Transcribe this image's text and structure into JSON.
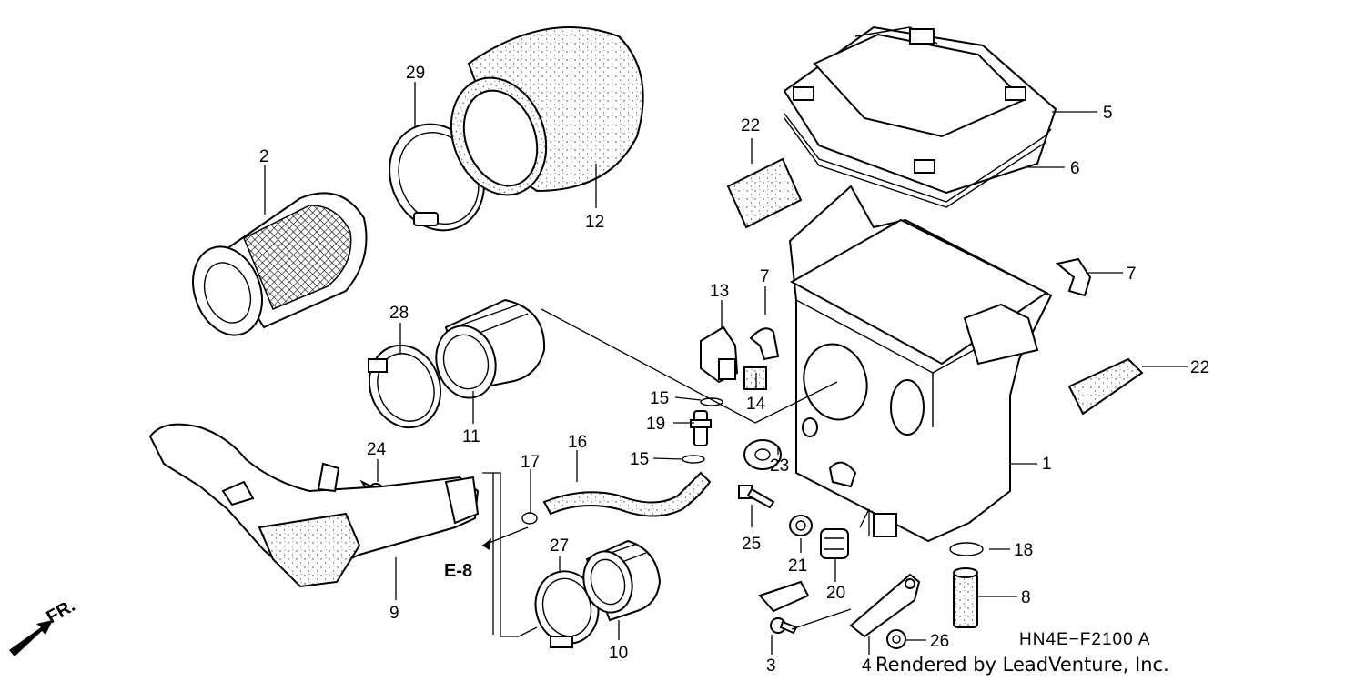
{
  "diagram": {
    "code": "HN4E−F2100 A",
    "credit": "Rendered by LeadVenture, Inc.",
    "reference": "E-8",
    "direction": "FR.",
    "callouts": [
      {
        "id": "c1",
        "text": "1"
      },
      {
        "id": "c2",
        "text": "2"
      },
      {
        "id": "c3",
        "text": "3"
      },
      {
        "id": "c4",
        "text": "4"
      },
      {
        "id": "c5",
        "text": "5"
      },
      {
        "id": "c6",
        "text": "6"
      },
      {
        "id": "c7a",
        "text": "7"
      },
      {
        "id": "c7b",
        "text": "7"
      },
      {
        "id": "c8",
        "text": "8"
      },
      {
        "id": "c9",
        "text": "9"
      },
      {
        "id": "c10",
        "text": "10"
      },
      {
        "id": "c11",
        "text": "11"
      },
      {
        "id": "c12",
        "text": "12"
      },
      {
        "id": "c13",
        "text": "13"
      },
      {
        "id": "c14",
        "text": "14"
      },
      {
        "id": "c15a",
        "text": "15"
      },
      {
        "id": "c15b",
        "text": "15"
      },
      {
        "id": "c16",
        "text": "16"
      },
      {
        "id": "c17",
        "text": "17"
      },
      {
        "id": "c18",
        "text": "18"
      },
      {
        "id": "c19",
        "text": "19"
      },
      {
        "id": "c20",
        "text": "20"
      },
      {
        "id": "c21",
        "text": "21"
      },
      {
        "id": "c22a",
        "text": "22"
      },
      {
        "id": "c22b",
        "text": "22"
      },
      {
        "id": "c23",
        "text": "23"
      },
      {
        "id": "c24",
        "text": "24"
      },
      {
        "id": "c25",
        "text": "25"
      },
      {
        "id": "c26",
        "text": "26"
      },
      {
        "id": "c27",
        "text": "27"
      },
      {
        "id": "c28",
        "text": "28"
      },
      {
        "id": "c29",
        "text": "29"
      }
    ]
  }
}
